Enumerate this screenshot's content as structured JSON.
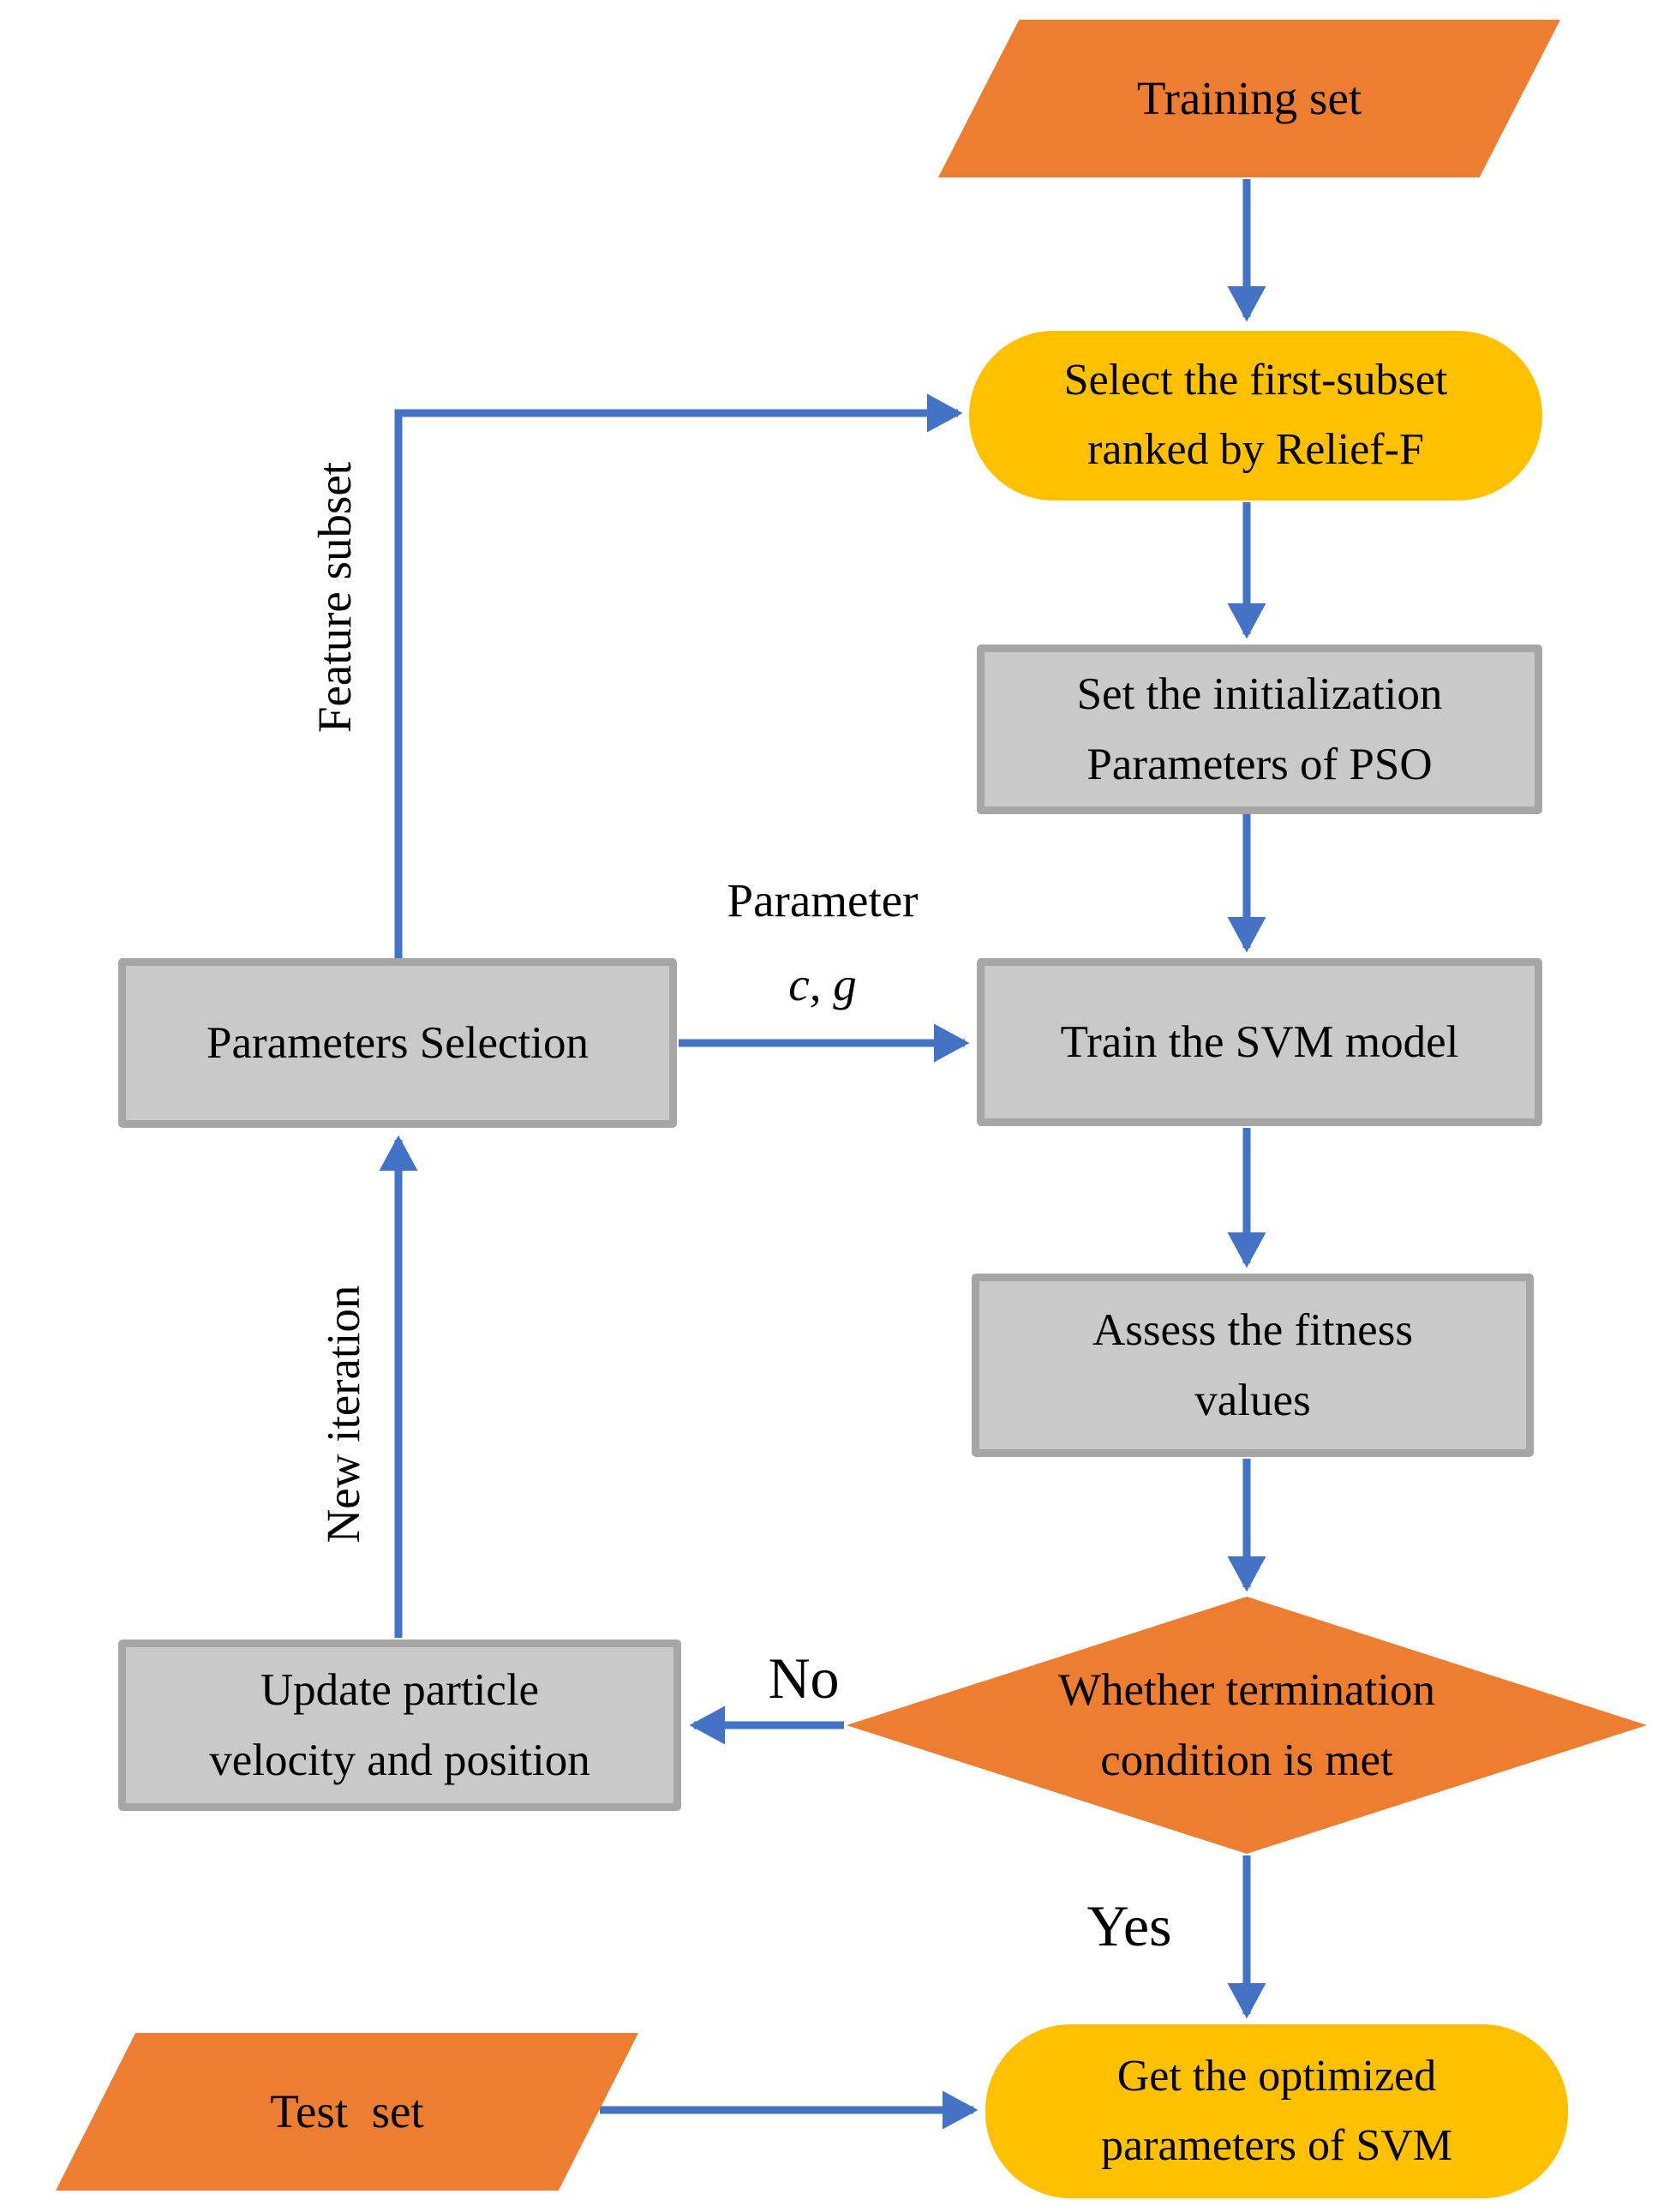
{
  "colors": {
    "orange": "#ED7D31",
    "yellow": "#FFC000",
    "gray-fill": "#C9C9C9",
    "gray-border": "#A6A6A6",
    "arrow": "#4472C4",
    "ink": "#000000"
  },
  "nodes": {
    "training_set": {
      "label": "Training set",
      "shape": "parallelogram"
    },
    "select_subset": {
      "lines": [
        "Select the first-subset",
        "ranked by Relief-F"
      ],
      "shape": "stadium"
    },
    "pso_init": {
      "lines": [
        "Set the initialization",
        "Parameters of PSO"
      ],
      "shape": "process"
    },
    "train_svm": {
      "label": "Train the SVM model",
      "shape": "process"
    },
    "params_selection": {
      "label": "Parameters Selection",
      "shape": "process"
    },
    "assess_fitness": {
      "lines": [
        "Assess the fitness",
        "values"
      ],
      "shape": "process"
    },
    "termination": {
      "lines": [
        "Whether termination",
        "condition is met"
      ],
      "shape": "diamond"
    },
    "update_particle": {
      "lines": [
        "Update particle",
        "velocity and position"
      ],
      "shape": "process"
    },
    "test_set": {
      "label": "Test  set",
      "shape": "parallelogram"
    },
    "get_optimized": {
      "lines": [
        "Get the optimized",
        "parameters of SVM"
      ],
      "shape": "stadium"
    }
  },
  "edge_labels": {
    "feature_subset": "Feature subset",
    "new_iteration": "New iteration",
    "parameter": "Parameter",
    "parameter_values": "c, g",
    "no": "No",
    "yes": "Yes"
  }
}
